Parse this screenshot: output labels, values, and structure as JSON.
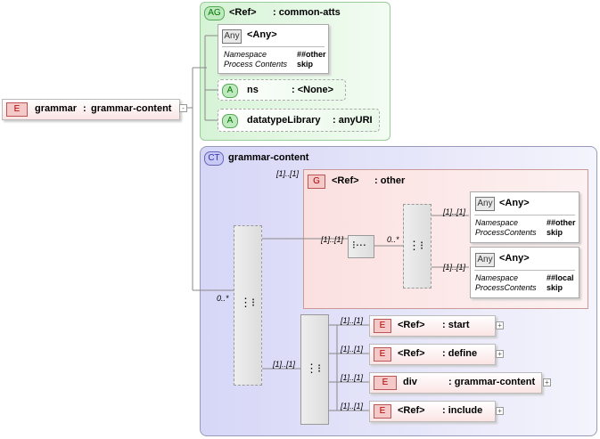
{
  "root": {
    "badge": "E",
    "name": "grammar",
    "sep": ":",
    "type": "grammar-content"
  },
  "attribute_group": {
    "badge": "AG",
    "ref": "<Ref>",
    "name": ": common-atts",
    "any_attr": {
      "badge": "Any",
      "label": "<Any>",
      "ns_key": "Namespace",
      "ns_val": "##other",
      "pc_key": "Process Contents",
      "pc_val": "skip"
    },
    "attrs": [
      {
        "badge": "A",
        "name": "ns",
        "type": ": <None>"
      },
      {
        "badge": "A",
        "name": "datatypeLibrary",
        "type": ": anyURI"
      }
    ]
  },
  "complex_type": {
    "badge": "CT",
    "name": "grammar-content",
    "outer_mult": "0..*",
    "group_mult": "[1]..[1]",
    "group": {
      "badge": "G",
      "ref": "<Ref>",
      "name": ": other",
      "seq_mult": "[1]..[1]",
      "choice_mult": "0..*"
    },
    "any1": {
      "badge": "Any",
      "label": "<Any>",
      "mult": "[1]..[1]",
      "ns_key": "Namespace",
      "ns_val": "##other",
      "pc_key": "ProcessContents",
      "pc_val": "skip"
    },
    "any2": {
      "badge": "Any",
      "label": "<Any>",
      "mult": "[1]..[1]",
      "ns_key": "Namespace",
      "ns_val": "##local",
      "pc_key": "ProcessContents",
      "pc_val": "skip"
    },
    "seq_mult": "[1]..[1]",
    "elements": [
      {
        "badge": "E",
        "ref": "<Ref>",
        "name": ": start",
        "mult": "[1]..[1]"
      },
      {
        "badge": "E",
        "ref": "<Ref>",
        "name": ": define",
        "mult": "[1]..[1]"
      },
      {
        "badge": "E",
        "ref": "div",
        "name": ": grammar-content",
        "mult": "[1]..[1]"
      },
      {
        "badge": "E",
        "ref": "<Ref>",
        "name": ": include",
        "mult": "[1]..[1]"
      }
    ]
  },
  "colors": {
    "element": "#fbe4e4",
    "attribute_group": "#e9f9e9",
    "complex_type": "#dcdcfa",
    "group": "#fde0e0"
  }
}
